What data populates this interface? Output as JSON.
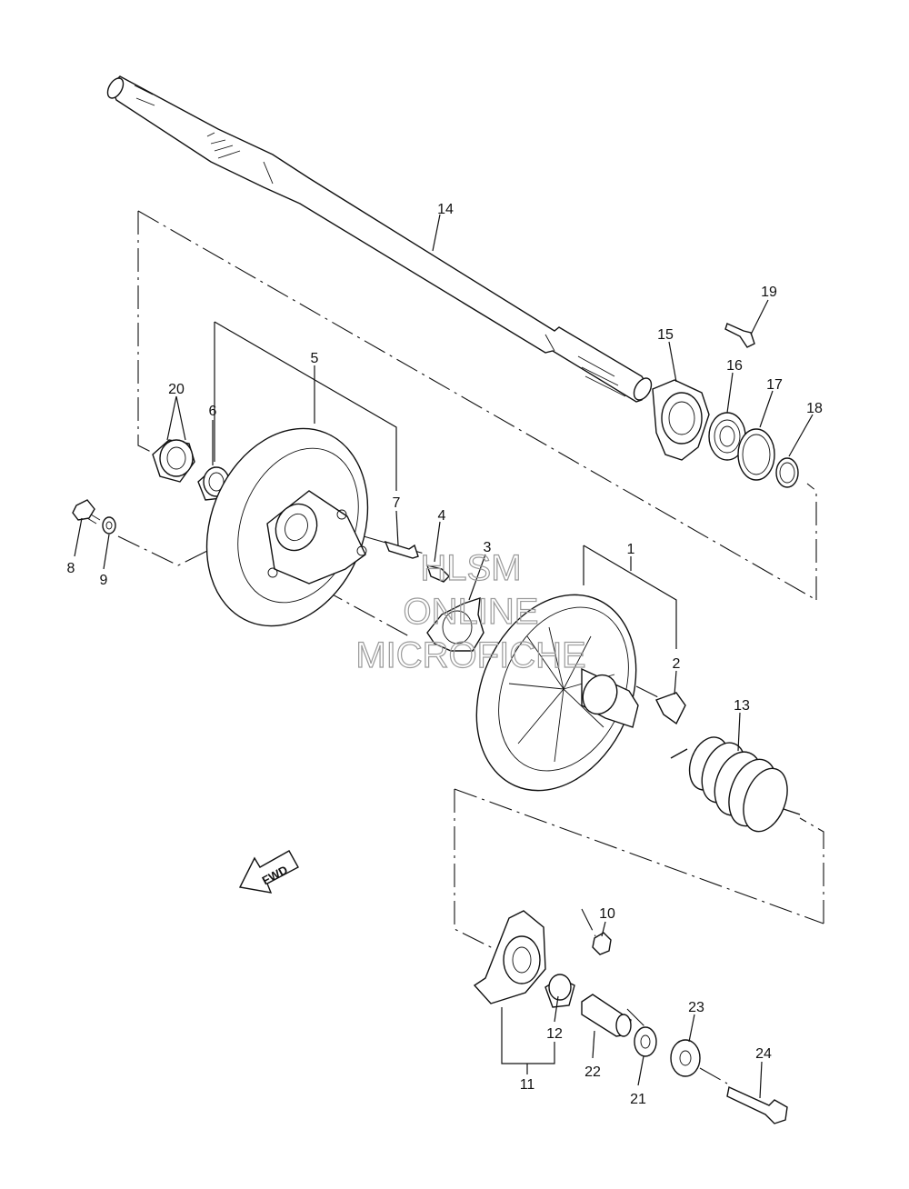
{
  "watermark": {
    "line1": "HLSM",
    "line2": "ONLINE",
    "line3": "MICROFICHE"
  },
  "direction_label": "FWD",
  "callouts": [
    {
      "id": "1",
      "label": "1"
    },
    {
      "id": "2",
      "label": "2"
    },
    {
      "id": "3",
      "label": "3"
    },
    {
      "id": "4",
      "label": "4"
    },
    {
      "id": "5",
      "label": "5"
    },
    {
      "id": "6",
      "label": "6"
    },
    {
      "id": "7",
      "label": "7"
    },
    {
      "id": "8",
      "label": "8"
    },
    {
      "id": "9",
      "label": "9"
    },
    {
      "id": "10",
      "label": "10"
    },
    {
      "id": "11",
      "label": "11"
    },
    {
      "id": "12",
      "label": "12"
    },
    {
      "id": "13",
      "label": "13"
    },
    {
      "id": "14",
      "label": "14"
    },
    {
      "id": "15",
      "label": "15"
    },
    {
      "id": "16",
      "label": "16"
    },
    {
      "id": "17",
      "label": "17"
    },
    {
      "id": "18",
      "label": "18"
    },
    {
      "id": "19",
      "label": "19"
    },
    {
      "id": "20",
      "label": "20"
    },
    {
      "id": "21",
      "label": "21"
    },
    {
      "id": "22",
      "label": "22"
    },
    {
      "id": "23",
      "label": "23"
    },
    {
      "id": "24",
      "label": "24"
    }
  ]
}
